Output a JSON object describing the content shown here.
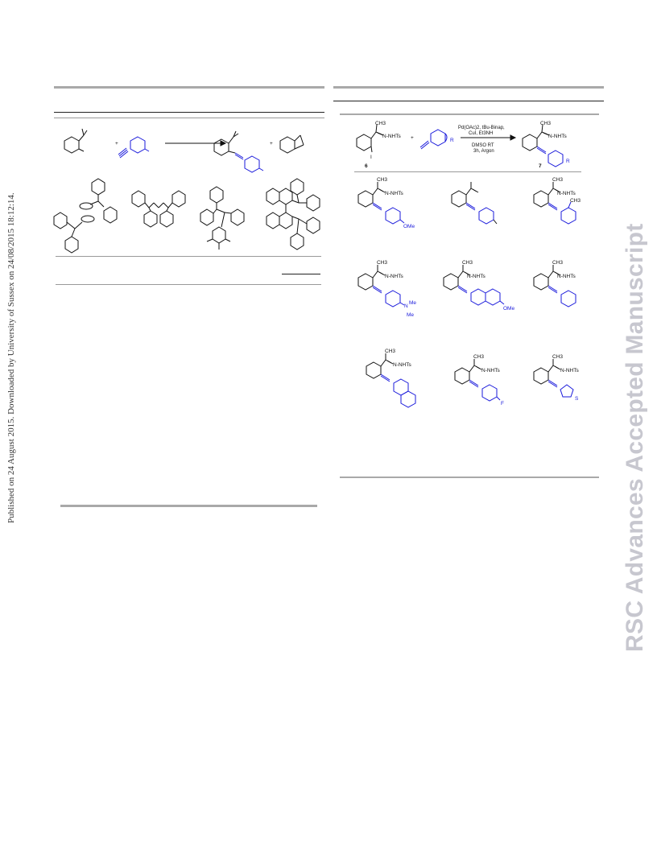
{
  "sidebar": {
    "published_note": "Published on 24 August 2015. Downloaded by University of Sussex on 24/08/2015 18:12:14."
  },
  "watermark": {
    "text": "RSC Advances Accepted Manuscript"
  },
  "scheme_right": {
    "reactant_label": "N-NHTs",
    "reactant_methyl": "CH3",
    "reactant_iodo": "I",
    "plus": "+",
    "r_group": "R",
    "conditions_line1": "Pd(OAc)2, tBu-Binap,",
    "conditions_line2": "CuI, Et3NH",
    "conditions_line3": "DMSO RT",
    "conditions_line4": "3h, Argon",
    "reactant_number": "6",
    "product_number": "7",
    "product_label": "N-NHTs",
    "product_methyl": "CH3",
    "product_r": "R"
  },
  "products": [
    {
      "hydrazone": "N-NHTs",
      "methyl": "CH3",
      "substituent": "OMe"
    },
    {
      "hydrazone": "",
      "methyl": "",
      "substituent": ""
    },
    {
      "hydrazone": "N-NHTs",
      "methyl": "CH3",
      "substituent": "CH3"
    },
    {
      "hydrazone": "N-NHTs",
      "methyl": "CH3",
      "substituent_n": "N",
      "substituent_me1": "Me",
      "substituent_me2": "Me"
    },
    {
      "hydrazone": "N-NHTs",
      "methyl": "CH3",
      "substituent": "OMe"
    },
    {
      "hydrazone": "N-NHTs",
      "methyl": "CH3",
      "substituent": ""
    },
    {
      "hydrazone": "N-NHTs",
      "methyl": "CH3",
      "substituent": ""
    },
    {
      "hydrazone": "N-NHTs",
      "methyl": "CH3",
      "substituent": "F"
    },
    {
      "hydrazone": "N-NHTs",
      "methyl": "CH3",
      "substituent": "S"
    }
  ],
  "scheme_left": {
    "plus_1": "+",
    "plus_2": "+"
  },
  "colors": {
    "ink": "#111111",
    "accent_blue": "#1a1adb",
    "rule_gray": "#a9a9a9",
    "watermark_gray": "#c7c7cf"
  }
}
